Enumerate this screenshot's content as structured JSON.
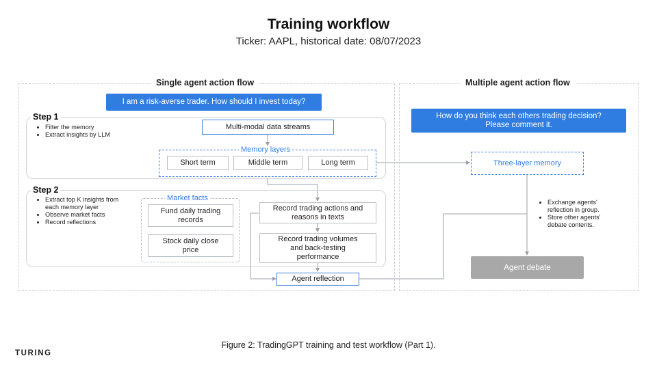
{
  "header": {
    "title": "Training workflow",
    "subtitle": "Ticker: AAPL, historical date: 08/07/2023"
  },
  "single_flow": {
    "label": "Single agent action flow",
    "prompt": "I am a risk-averse trader. How should I invest today?",
    "step1": {
      "label": "Step 1",
      "bullets": [
        "Filter the memory",
        "Extract insights by LLM"
      ],
      "data_streams": "Multi-modal data streams",
      "memory_layers_label": "Memory layers",
      "memory_layers": [
        "Short term",
        "Middle term",
        "Long term"
      ]
    },
    "step2": {
      "label": "Step 2",
      "bullets": [
        "Extract top K insights from each memory layer",
        "Observe market facts",
        "Record reflections"
      ],
      "market_facts_label": "Market facts",
      "market_facts": [
        "Fund daily trading records",
        "Stock daily close price"
      ],
      "record_actions": "Record trading actions and reasons in texts",
      "record_volumes": "Record trading volumes and back-testing performance",
      "agent_reflection": "Agent reflection"
    }
  },
  "multi_flow": {
    "label": "Multiple agent action flow",
    "prompt": "How do you think each others trading decision? Please comment it.",
    "memory": "Three-layer memory",
    "bullets": [
      "Exchange agents' reflection in group.",
      "Store other agents' debate contents."
    ],
    "debate": "Agent debate"
  },
  "footer": {
    "caption": "Figure 2: TradingGPT training and test workflow (Part 1).",
    "logo": "TURING"
  }
}
